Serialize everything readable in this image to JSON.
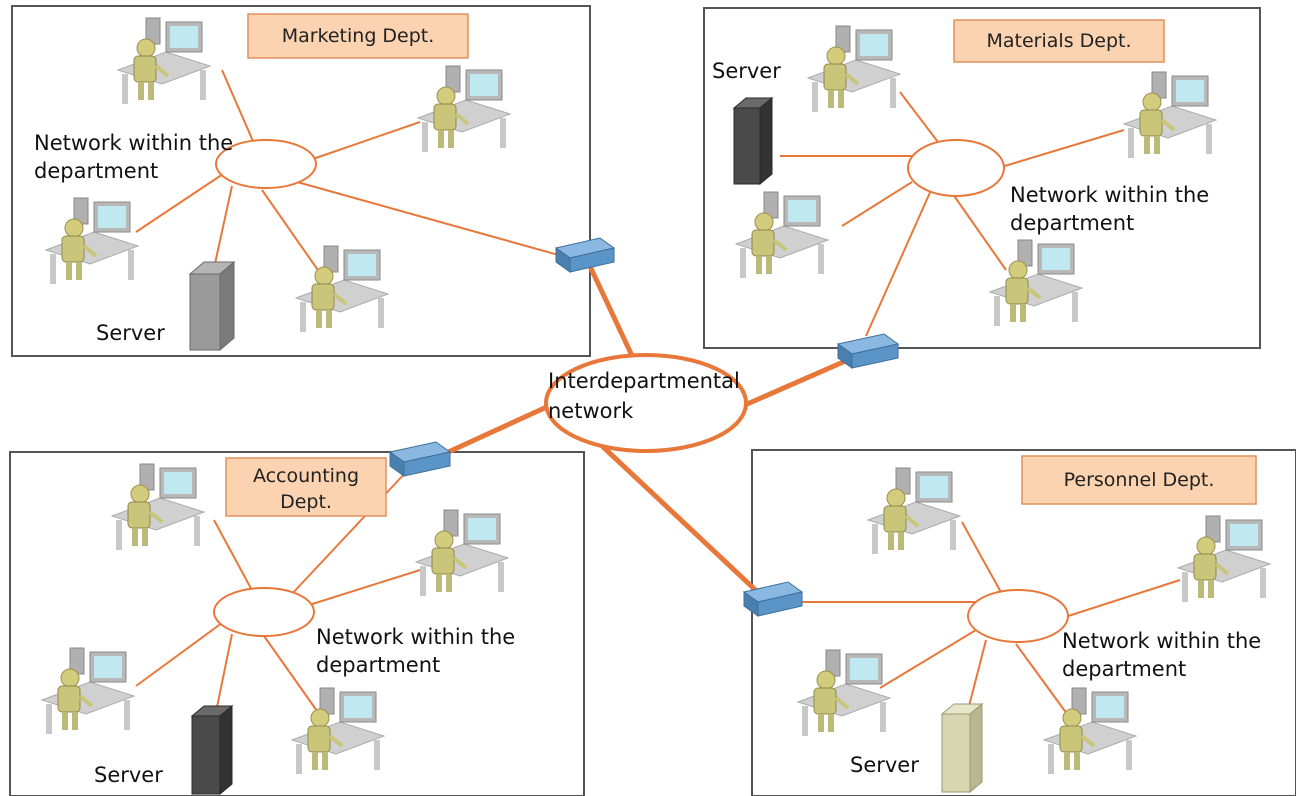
{
  "departments": {
    "marketing": {
      "name_lines": [
        "Marketing Dept."
      ],
      "network_lines": [
        "Network within the",
        "department"
      ],
      "server_label": "Server",
      "server_color": "#9a9a9a"
    },
    "materials": {
      "name_lines": [
        "Materials Dept."
      ],
      "network_lines": [
        "Network within the",
        "department"
      ],
      "server_label": "Server",
      "server_color": "#4a4a4a"
    },
    "accounting": {
      "name_lines": [
        "Accounting",
        "Dept."
      ],
      "network_lines": [
        "Network within the",
        "department"
      ],
      "server_label": "Server",
      "server_color": "#4a4a4a"
    },
    "personnel": {
      "name_lines": [
        "Personnel Dept."
      ],
      "network_lines": [
        "Network within the",
        "department"
      ],
      "server_label": "Server",
      "server_color": "#d6d6b0"
    }
  },
  "interdepartmental": {
    "label_lines": [
      "Interdepartmental",
      "network"
    ]
  },
  "colors": {
    "link": "#e8783a",
    "dept_label_fill": "#fbd3b0",
    "dept_label_border": "#e0915a",
    "router": "#5b95c8",
    "border": "#555555"
  }
}
